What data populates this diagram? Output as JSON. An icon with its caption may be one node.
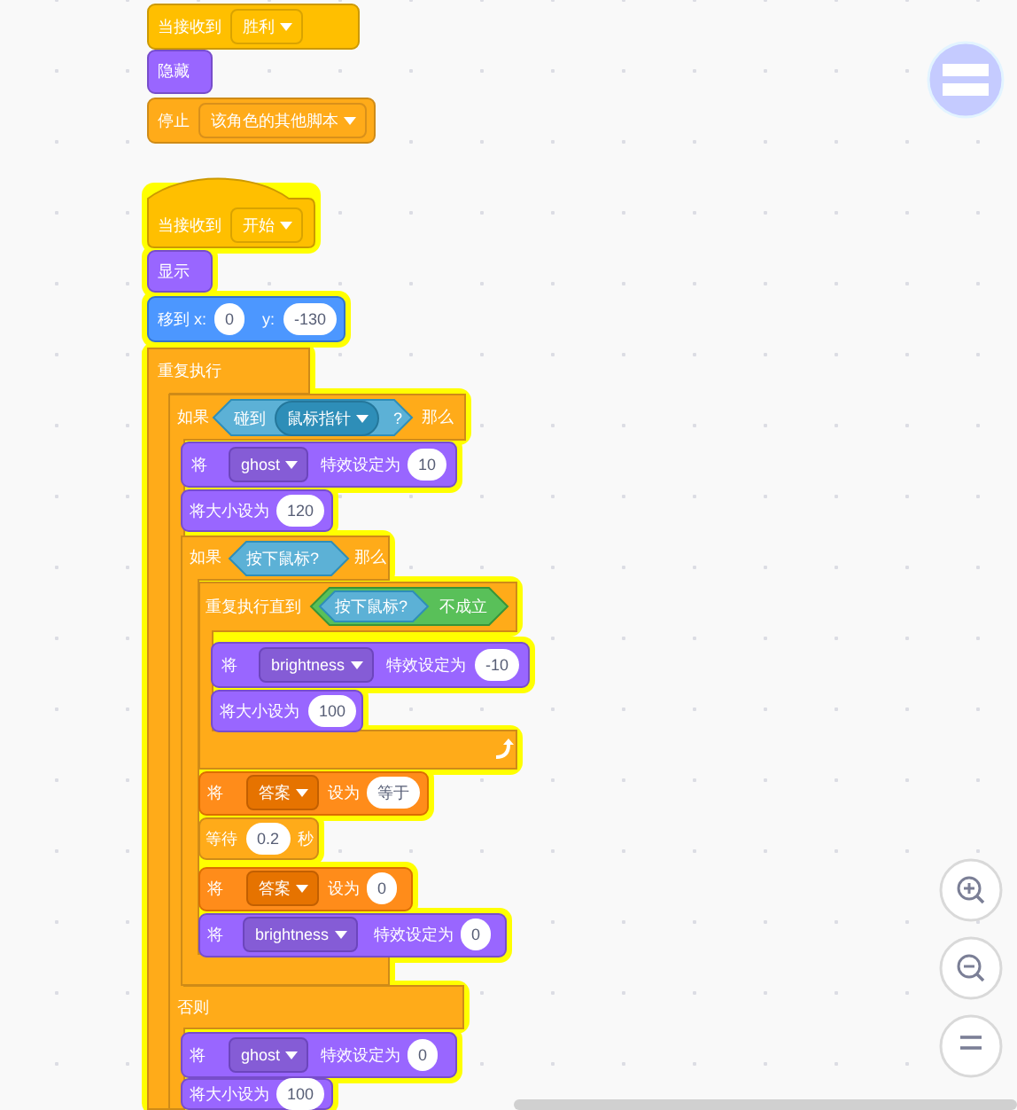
{
  "diagram": {
    "nodes": [
      {
        "text": [
          "当接收到",
          "胜利"
        ]
      },
      {
        "text": [
          "隐藏"
        ]
      },
      {
        "text": [
          "停止",
          "该角色的其他脚本"
        ]
      },
      {
        "text": [
          "当接收到",
          "开始"
        ]
      },
      {
        "text": [
          "显示"
        ]
      },
      {
        "text": [
          "移到 x:",
          "0",
          "y:",
          "-130"
        ]
      },
      {
        "text": [
          "重复执行"
        ]
      },
      {
        "text": [
          "如果",
          "那么",
          "否则"
        ]
      },
      {
        "text": [
          "碰到",
          "鼠标指针",
          "?"
        ],
        "in": 7
      },
      {
        "text": [
          "将",
          "ghost",
          "特效设定为",
          "10"
        ],
        "in": 7
      },
      {
        "text": [
          "将大小设为",
          "120"
        ],
        "in": 7
      },
      {
        "text": [
          "如果",
          "那么"
        ],
        "in": 7
      },
      {
        "text": [
          "按下鼠标?"
        ],
        "in": 11
      },
      {
        "text": [
          "重复执行直到"
        ]
      },
      {
        "text": [
          "不成立"
        ],
        "in": 13
      },
      {
        "text": [
          "按下鼠标?"
        ],
        "in": 14
      },
      {
        "text": [
          "将",
          "brightness",
          "特效设定为",
          "-10"
        ],
        "in": 13
      },
      {
        "text": [
          "将大小设为",
          "100"
        ],
        "in": 13
      },
      {
        "text": [
          "将",
          "答案",
          "设为",
          "等于"
        ],
        "in": 11
      },
      {
        "text": [
          "等待",
          "0.2",
          "秒"
        ],
        "in": 11
      },
      {
        "text": [
          "将",
          "答案",
          "设为",
          "0"
        ],
        "in": 11
      },
      {
        "text": [
          "将",
          "brightness",
          "特效设定为",
          "0"
        ]
      },
      {
        "text": [
          "将",
          "ghost",
          "特效设定为",
          "0"
        ],
        "in": 7
      },
      {
        "text": [
          "将大小设为",
          "100"
        ],
        "in": 7
      }
    ]
  }
}
